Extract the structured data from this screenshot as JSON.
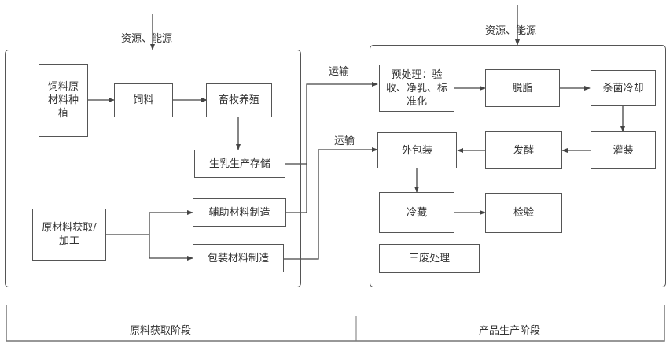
{
  "inputs": {
    "left_resource": "资源、能源",
    "right_resource": "资源、能源"
  },
  "transport": {
    "upper": "运输",
    "lower": "运输"
  },
  "raw_stage": {
    "nodes": {
      "feed_crop": "饲料原材料种植",
      "feed": "饲料",
      "livestock": "畜牧养殖",
      "milk_storage": "生乳生产存储",
      "raw_material": "原材料获取/加工",
      "aux_material": "辅助材料制造",
      "packaging_material": "包装材料制造"
    }
  },
  "production_stage": {
    "nodes": {
      "pretreatment": "预处理：验收、净乳、标准化",
      "skim": "脱脂",
      "sterilize": "杀菌冷却",
      "filling": "灌装",
      "ferment": "发酵",
      "outer_pack": "外包装",
      "cold_storage": "冷藏",
      "inspection": "检验",
      "waste": "三废处理"
    }
  },
  "stages": {
    "left": "原料获取阶段",
    "right": "产品生产阶段"
  },
  "colors": {
    "line": "#444444",
    "border": "#555555"
  }
}
